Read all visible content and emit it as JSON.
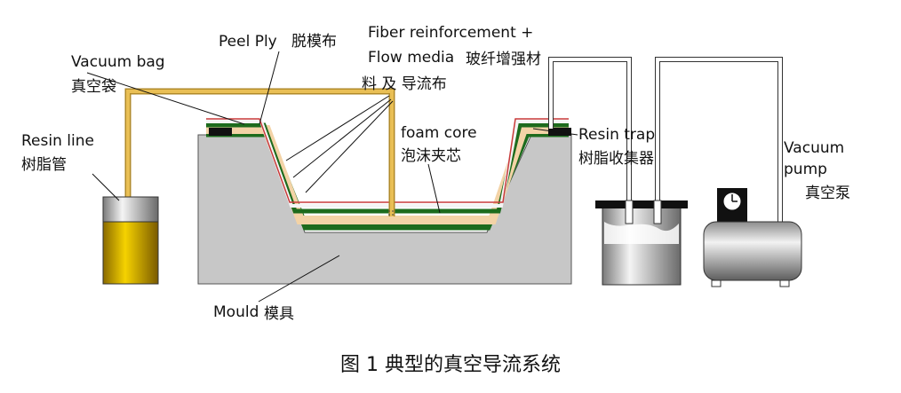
{
  "labels": {
    "resin_line_en": "Resin line",
    "resin_line_zh": "树脂管",
    "vacuum_bag_en": "Vacuum bag",
    "vacuum_bag_zh": "真空袋",
    "peel_ply_en": "Peel Ply",
    "peel_ply_zh": "脱模布",
    "fiber_line1": "Fiber reinforcement +",
    "fiber_line2_en": "Flow media",
    "fiber_line2_zh": "玻纤增强材",
    "fiber_line3_zh": "料 及 导流布",
    "foam_core_en": "foam core",
    "foam_core_zh": "泡沫夹芯",
    "resin_trap_en": "Resin trap",
    "resin_trap_zh": "树脂收集器",
    "vacuum_pump_en1": "Vacuum",
    "vacuum_pump_en2": "pump",
    "vacuum_pump_zh": "真空泵",
    "mould_en": "Mould",
    "mould_zh": "模具"
  },
  "caption": "图 1  典型的真空导流系统",
  "colors": {
    "resin": "#f2c700",
    "resin_tube": "#e9bf55",
    "mould": "#c7c7c7",
    "foam_core": "#f3d3a6",
    "fiber": "#1d6b1d",
    "bag": "#c93a3a"
  }
}
